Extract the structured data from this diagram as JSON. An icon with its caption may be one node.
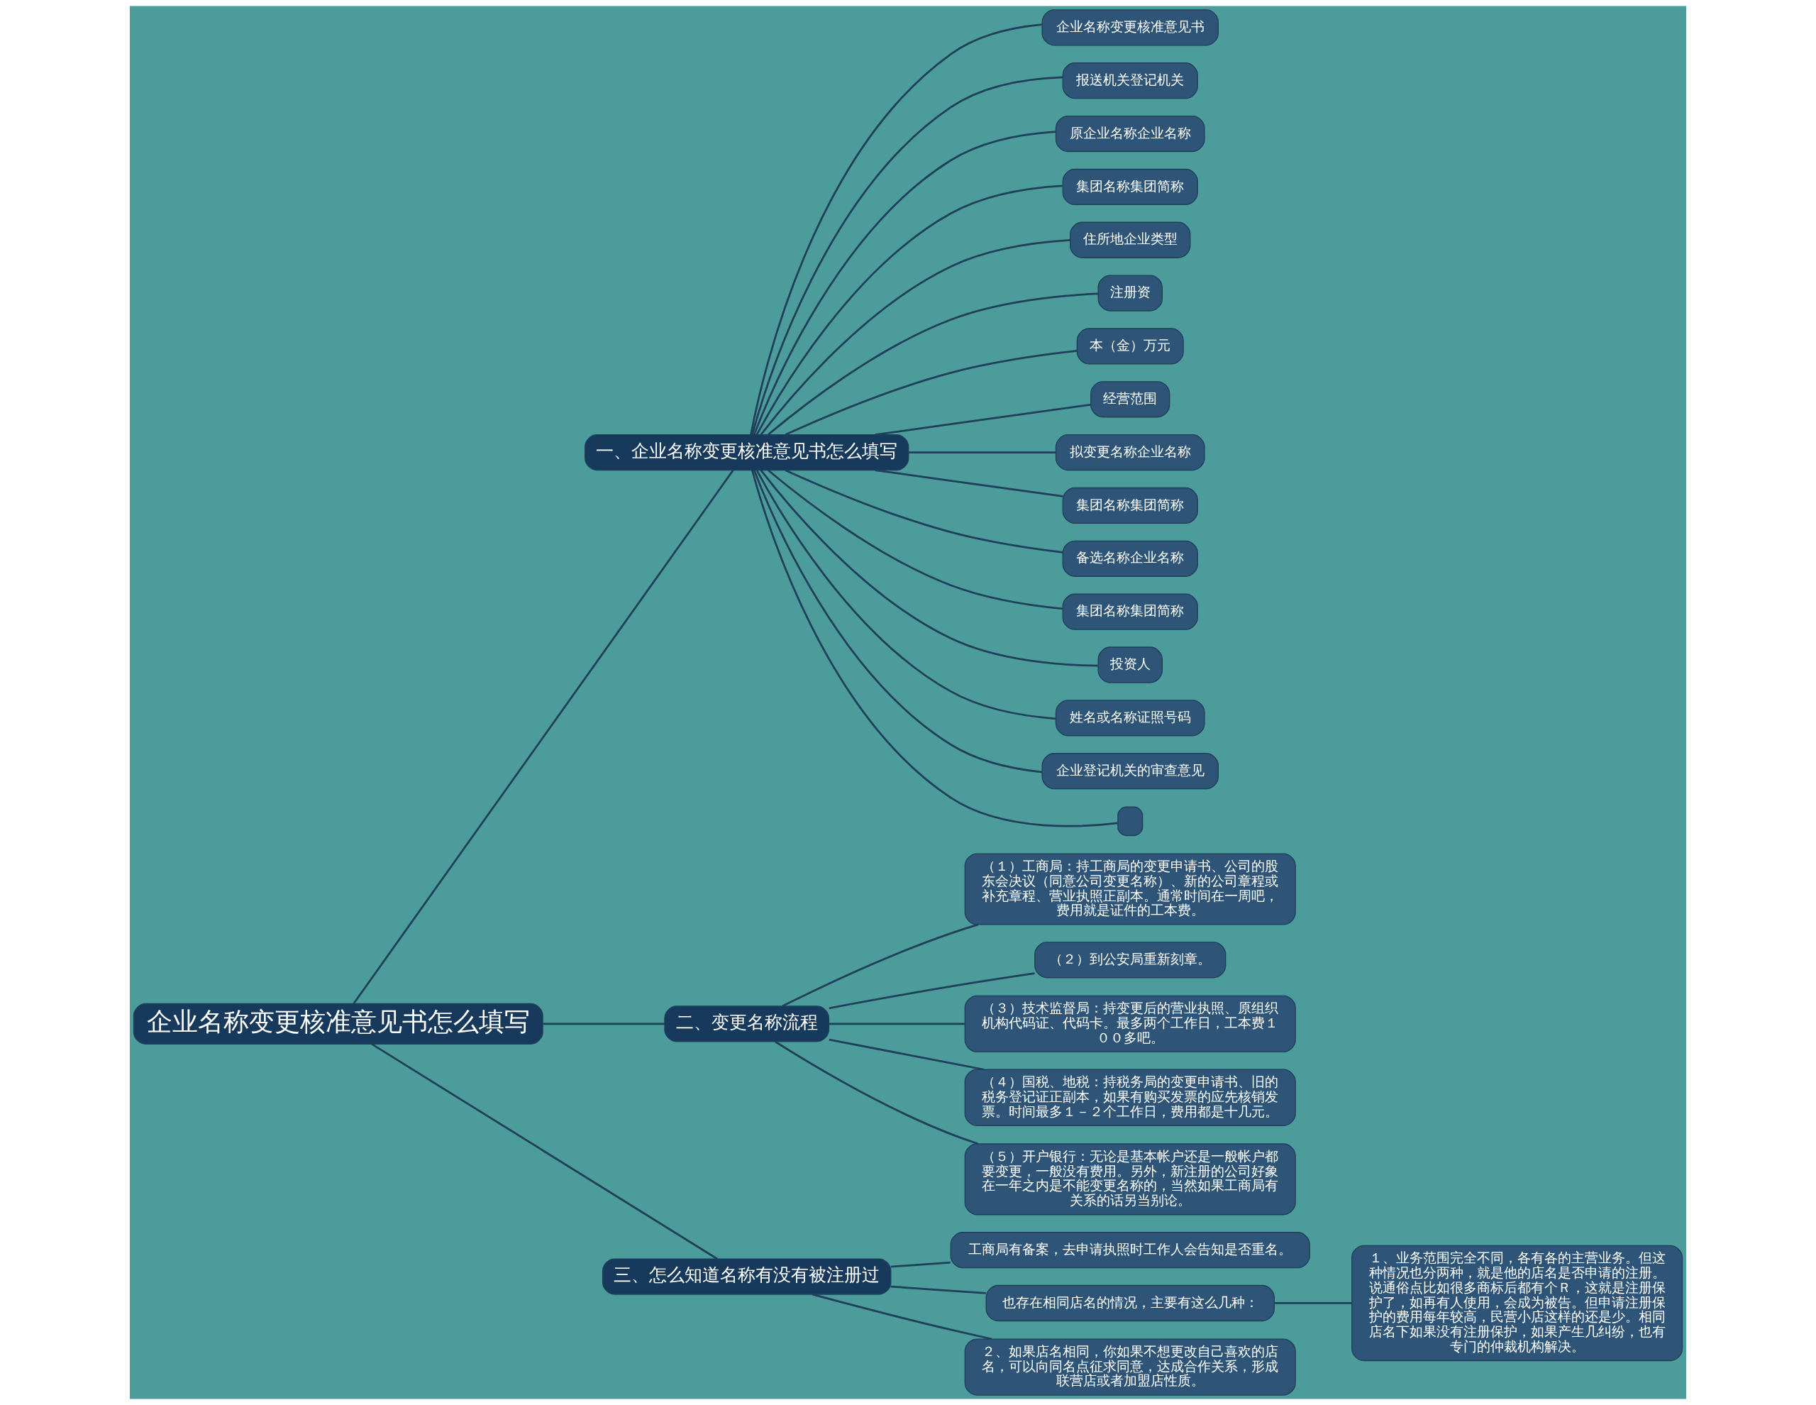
{
  "diagram": {
    "nodes": [
      {
        "text": [
          "企业名称变更核准意见书怎么填写"
        ]
      },
      {
        "text": [
          "一、企业名称变更核准意见书怎么填写"
        ]
      },
      {
        "text": [
          "企业名称变更核准意见书"
        ]
      },
      {
        "text": [
          "报送机关登记机关"
        ]
      },
      {
        "text": [
          "原企业名称企业名称"
        ]
      },
      {
        "text": [
          "集团名称集团简称"
        ]
      },
      {
        "text": [
          "住所地企业类型"
        ]
      },
      {
        "text": [
          "注册资"
        ]
      },
      {
        "text": [
          "本（金）万元"
        ]
      },
      {
        "text": [
          "经营范围"
        ]
      },
      {
        "text": [
          "拟变更名称企业名称"
        ]
      },
      {
        "text": [
          "集团名称集团简称"
        ]
      },
      {
        "text": [
          "备选名称企业名称"
        ]
      },
      {
        "text": [
          "集团名称集团简称"
        ]
      },
      {
        "text": [
          "投资人"
        ]
      },
      {
        "text": [
          "姓名或名称证照号码"
        ]
      },
      {
        "text": [
          "企业登记机关的审查意见"
        ]
      },
      {
        "text": [],
        "shape": "box"
      },
      {
        "text": [
          "二、变更名称流程"
        ]
      },
      {
        "text": [
          "（１）工商局：持工商局的变更申请书、公司的股东会决议（同意公司变更名称）、新的公司章程或补充章程、营业执照正副本。通常时间在一周吧，费用就是证件的工本费。"
        ]
      },
      {
        "text": [
          "（２）到公安局重新刻章。"
        ]
      },
      {
        "text": [
          "（３）技术监督局：持变更后的营业执照、原组织机构代码证、代码卡。最多两个工作日，工本费１００多吧。"
        ]
      },
      {
        "text": [
          "（４）国税、地税：持税务局的变更申请书、旧的税务登记证正副本，如果有购买发票的应先核销发票。时间最多１－２个工作日，费用都是十几元。"
        ]
      },
      {
        "text": [
          "（５）开户银行：无论是基本帐户还是一般帐户都要变更，一般没有费用。另外，新注册的公司好象在一年之内是不能变更名称的，当然如果工商局有关系的话另当别论。"
        ]
      },
      {
        "text": [
          "三、怎么知道名称有没有被注册过"
        ]
      },
      {
        "text": [
          "工商局有备案，去申请执照时工作人会告知是否重名。"
        ]
      },
      {
        "text": [
          "也存在相同店名的情况，主要有这么几种："
        ]
      },
      {
        "text": [
          "１、业务范围完全不同，各有各的主营业务。但这种情况也分两种，就是他的店名是否申请的注册。说通俗点比如很多商标后都有个Ｒ，这就是注册保护了，如再有人使用，会成为被告。但申请注册保护的费用每年较高，民营小店这样的还是少。相同店名下如果没有注册保护，如果产生几纠纷，也有专门的仲裁机构解决。"
        ]
      },
      {
        "text": [
          "２、如果店名相同，你如果不想更改自己喜欢的店名，可以向同名点征求同意，达成合作关系，形成联营店或者加盟店性质。"
        ]
      }
    ],
    "edges": [
      {
        "from": 0,
        "to": 1,
        "arrow": "none"
      },
      {
        "from": 1,
        "to": 2,
        "arrow": "none"
      },
      {
        "from": 1,
        "to": 3,
        "arrow": "none"
      },
      {
        "from": 1,
        "to": 4,
        "arrow": "none"
      },
      {
        "from": 1,
        "to": 5,
        "arrow": "none"
      },
      {
        "from": 1,
        "to": 6,
        "arrow": "none"
      },
      {
        "from": 1,
        "to": 7,
        "arrow": "none"
      },
      {
        "from": 1,
        "to": 8,
        "arrow": "none"
      },
      {
        "from": 1,
        "to": 9,
        "arrow": "none"
      },
      {
        "from": 1,
        "to": 10,
        "arrow": "none"
      },
      {
        "from": 1,
        "to": 11,
        "arrow": "none"
      },
      {
        "from": 1,
        "to": 12,
        "arrow": "none"
      },
      {
        "from": 1,
        "to": 13,
        "arrow": "none"
      },
      {
        "from": 1,
        "to": 14,
        "arrow": "none"
      },
      {
        "from": 1,
        "to": 15,
        "arrow": "none"
      },
      {
        "from": 1,
        "to": 16,
        "arrow": "none"
      },
      {
        "from": 1,
        "to": 17,
        "arrow": "none"
      },
      {
        "from": 0,
        "to": 18,
        "arrow": "none"
      },
      {
        "from": 18,
        "to": 19,
        "arrow": "none"
      },
      {
        "from": 18,
        "to": 20,
        "arrow": "none"
      },
      {
        "from": 18,
        "to": 21,
        "arrow": "none"
      },
      {
        "from": 18,
        "to": 22,
        "arrow": "none"
      },
      {
        "from": 18,
        "to": 23,
        "arrow": "none"
      },
      {
        "from": 0,
        "to": 24,
        "arrow": "none"
      },
      {
        "from": 24,
        "to": 25,
        "arrow": "none"
      },
      {
        "from": 24,
        "to": 26,
        "arrow": "none"
      },
      {
        "from": 26,
        "to": 27,
        "arrow": "none"
      },
      {
        "from": 24,
        "to": 28,
        "arrow": "none"
      }
    ]
  }
}
